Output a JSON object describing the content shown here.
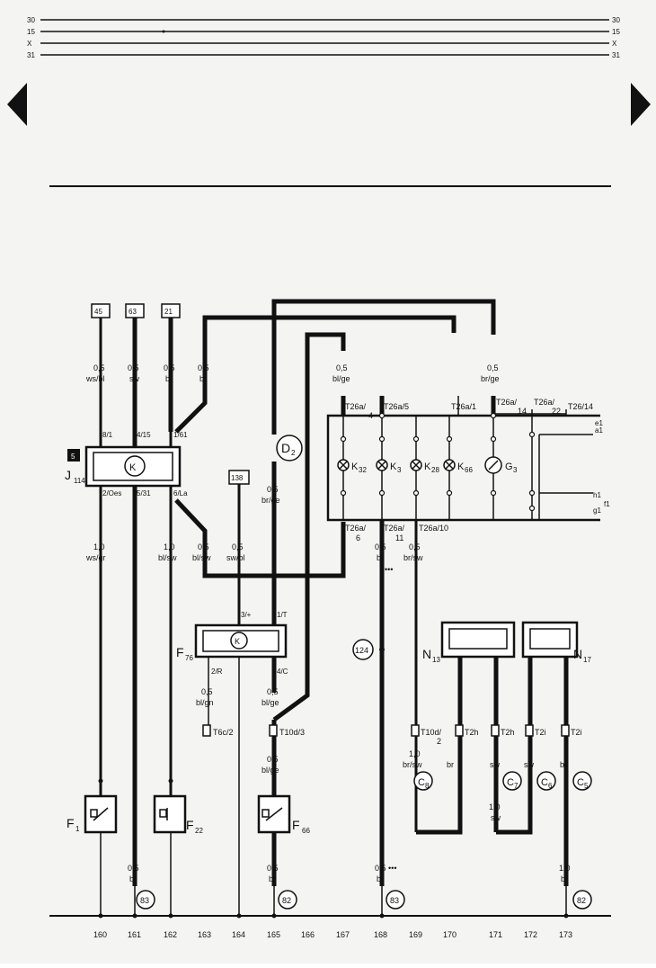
{
  "rails": [
    {
      "id": "r30",
      "label": "30"
    },
    {
      "id": "r15",
      "label": "15"
    },
    {
      "id": "rx",
      "label": "X"
    },
    {
      "id": "r31",
      "label": "31"
    }
  ],
  "refs": {
    "r45": "45",
    "r63": "63",
    "r21": "21",
    "r138": "138",
    "r5": "5"
  },
  "components": {
    "j114": "J",
    "j114_sub": "114",
    "f76": "F",
    "f76_sub": "76",
    "d2": "D",
    "d2_sub": "2",
    "g3": "G",
    "g3_sub": "3",
    "k32": "K",
    "k32_sub": "32",
    "k3": "K",
    "k3_sub": "3",
    "k28": "K",
    "k28_sub": "28",
    "k66": "K",
    "k66_sub": "66",
    "n13": "N",
    "n13_sub": "13",
    "n17": "N",
    "n17_sub": "17",
    "f1": "F",
    "f1_sub": "1",
    "f22": "F",
    "f22_sub": "22",
    "f66": "F",
    "f66_sub": "66"
  },
  "wires": {
    "w160a": [
      "0,5",
      "ws/bl"
    ],
    "w161a": [
      "0,5",
      "sw"
    ],
    "w162a": [
      "0,5",
      "bl"
    ],
    "w163a": [
      "0,5",
      "bl"
    ],
    "w167a": [
      "0,5",
      "bl/ge"
    ],
    "w172a": [
      "0,5",
      "br/ge"
    ],
    "w165d": [
      "0,5",
      "br/ge"
    ],
    "w160b": [
      "1,0",
      "ws/gr"
    ],
    "w162b": [
      "1,0",
      "bl/sw"
    ],
    "w163b": [
      "0,5",
      "bl/sw"
    ],
    "w164b": [
      "0,5",
      "sw/bl"
    ],
    "w168b": [
      "0,5",
      "br"
    ],
    "w169b": [
      "0,5",
      "br/sw"
    ],
    "w163c": [
      "0,5",
      "bl/gn"
    ],
    "w165c": [
      "0,5",
      "bl/ge"
    ],
    "w165e": [
      "0,5",
      "bl/ge"
    ],
    "w169c": [
      "1,0",
      "br/sw"
    ],
    "w170c": [
      "",
      "br"
    ],
    "w171c": [
      "",
      "sw"
    ],
    "w172c": [
      "",
      "sw"
    ],
    "w173c": [
      "",
      "br"
    ],
    "w171d": [
      "1,0",
      "sw"
    ],
    "w161f": [
      "0,5",
      "br"
    ],
    "w165f": [
      "0,5",
      "br"
    ],
    "w168f": [
      "0,5 •••",
      "br"
    ],
    "w173f": [
      "1,0",
      "br"
    ]
  },
  "pins": {
    "p81": "8/1",
    "p415": "4/15",
    "p161": "1/61",
    "p2oes": "2/Oes",
    "p531": "5/31",
    "p6la": "6/La",
    "p34": "3/+",
    "p1t": "1/T",
    "p2r": "2/R",
    "p4c": "4/C",
    "t26a4": "T26a/",
    "t26a4n": "4",
    "t26a5": "T26a/5",
    "t26a1": "T26a/1",
    "t26a14": "T26a/",
    "t26a14n": "14",
    "t26a22": "T26a/",
    "t26a22n": "22",
    "t2614": "T26/14",
    "t26a6": "T26a/",
    "t26a6n": "6",
    "t26a11": "T26a/",
    "t26a11n": "11",
    "t26a10": "T26a/10",
    "t6c2": "T6c/2",
    "t10d3": "T10d/3",
    "t10d2": "T10d/",
    "t10d2n": "2",
    "t2h1": "T2h",
    "t2h2": "T2h",
    "t2i1": "T2i",
    "t2i2": "T2i",
    "e1": "e1",
    "a1": "a1",
    "h1": "h1",
    "f1": "f1",
    "g1": "g1"
  },
  "circles": {
    "c8": "C",
    "c8_sub": "8",
    "c7": "C",
    "c7_sub": "7",
    "c6": "C",
    "c6_sub": "6",
    "c5": "C",
    "c5_sub": "5",
    "g124": "124",
    "g83a": "83",
    "g82a": "82",
    "g83b": "83",
    "g82b": "82"
  },
  "stars": "•••",
  "track_numbers": [
    "160",
    "161",
    "162",
    "163",
    "164",
    "165",
    "166",
    "167",
    "168",
    "169",
    "170",
    "171",
    "172",
    "173"
  ],
  "colors": {
    "ink": "#111111",
    "paper": "#f4f4f2"
  }
}
